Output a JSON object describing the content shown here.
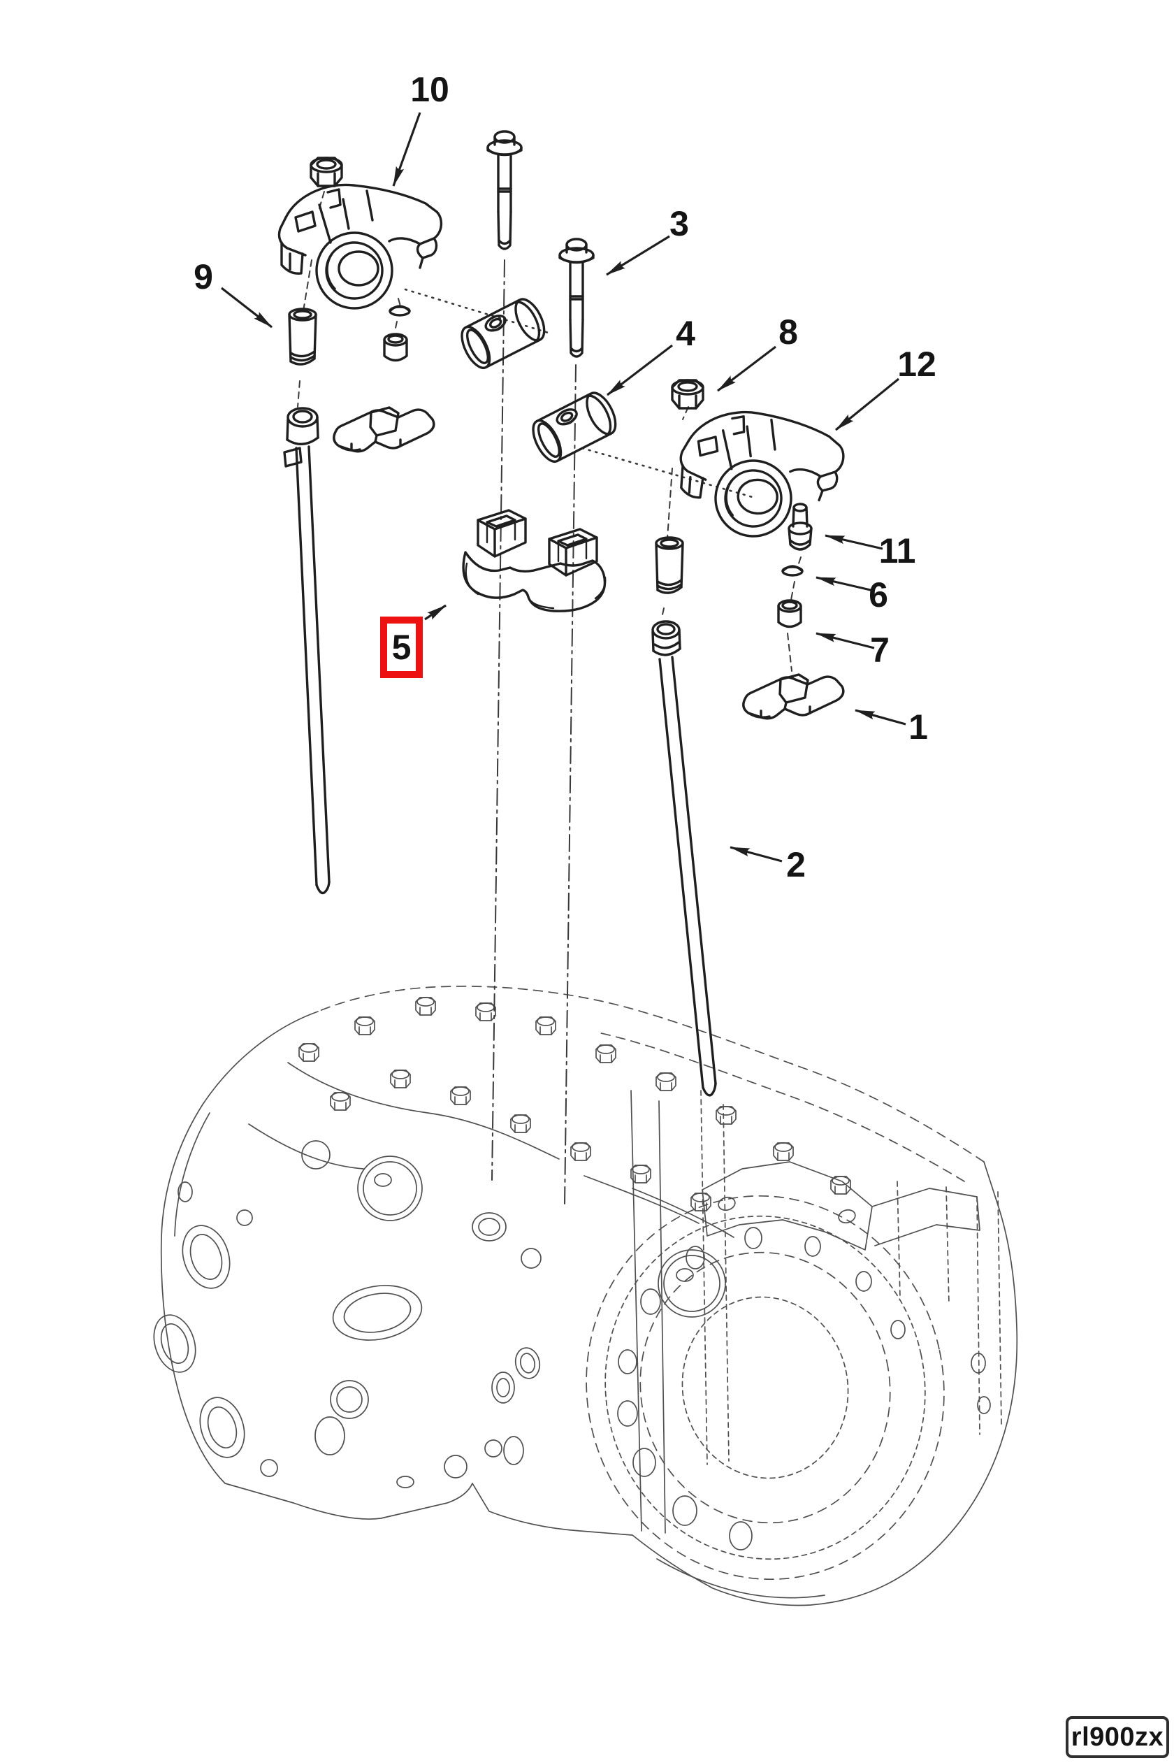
{
  "figure": {
    "kind": "exploded-parts-diagram"
  },
  "colors": {
    "background": "#ffffff",
    "line": "#1f1f1f",
    "block_line": "#4f4f4f",
    "highlight": "#ee1111",
    "label": "#141414",
    "badge_border": "#2e2e2e"
  },
  "callouts": [
    {
      "label": "10",
      "highlighted": false
    },
    {
      "label": "9",
      "highlighted": false
    },
    {
      "label": "3",
      "highlighted": false
    },
    {
      "label": "4",
      "highlighted": false
    },
    {
      "label": "8",
      "highlighted": false
    },
    {
      "label": "12",
      "highlighted": false
    },
    {
      "label": "11",
      "highlighted": false
    },
    {
      "label": "6",
      "highlighted": false
    },
    {
      "label": "7",
      "highlighted": false
    },
    {
      "label": "5",
      "highlighted": true
    },
    {
      "label": "1",
      "highlighted": false
    },
    {
      "label": "2",
      "highlighted": false
    }
  ],
  "badge": {
    "text": "rl900zx"
  }
}
